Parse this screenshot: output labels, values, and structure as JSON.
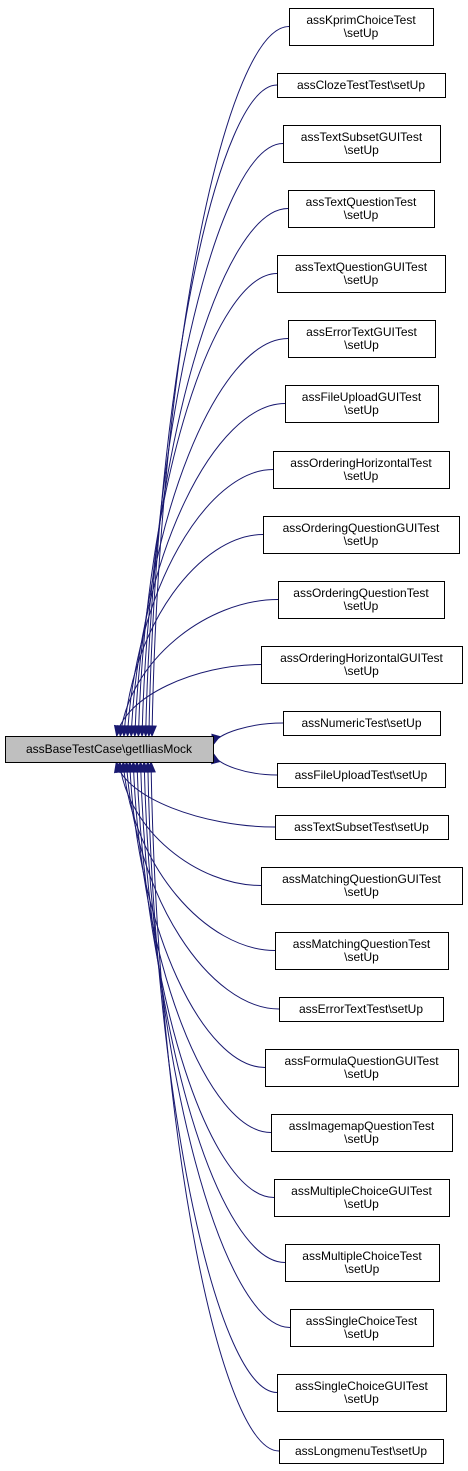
{
  "diagram": {
    "root": {
      "lines": [
        "assBaseTestCase\\getIliasMock"
      ]
    },
    "callers": [
      {
        "lines": [
          "assKprimChoiceTest",
          "\\setUp"
        ]
      },
      {
        "lines": [
          "assClozeTestTest\\setUp"
        ]
      },
      {
        "lines": [
          "assTextSubsetGUITest",
          "\\setUp"
        ]
      },
      {
        "lines": [
          "assTextQuestionTest",
          "\\setUp"
        ]
      },
      {
        "lines": [
          "assTextQuestionGUITest",
          "\\setUp"
        ]
      },
      {
        "lines": [
          "assErrorTextGUITest",
          "\\setUp"
        ]
      },
      {
        "lines": [
          "assFileUploadGUITest",
          "\\setUp"
        ]
      },
      {
        "lines": [
          "assOrderingHorizontalTest",
          "\\setUp"
        ]
      },
      {
        "lines": [
          "assOrderingQuestionGUITest",
          "\\setUp"
        ]
      },
      {
        "lines": [
          "assOrderingQuestionTest",
          "\\setUp"
        ]
      },
      {
        "lines": [
          "assOrderingHorizontalGUITest",
          "\\setUp"
        ]
      },
      {
        "lines": [
          "assNumericTest\\setUp"
        ]
      },
      {
        "lines": [
          "assFileUploadTest\\setUp"
        ]
      },
      {
        "lines": [
          "assTextSubsetTest\\setUp"
        ]
      },
      {
        "lines": [
          "assMatchingQuestionGUITest",
          "\\setUp"
        ]
      },
      {
        "lines": [
          "assMatchingQuestionTest",
          "\\setUp"
        ]
      },
      {
        "lines": [
          "assErrorTextTest\\setUp"
        ]
      },
      {
        "lines": [
          "assFormulaQuestionGUITest",
          "\\setUp"
        ]
      },
      {
        "lines": [
          "assImagemapQuestionTest",
          "\\setUp"
        ]
      },
      {
        "lines": [
          "assMultipleChoiceGUITest",
          "\\setUp"
        ]
      },
      {
        "lines": [
          "assMultipleChoiceTest",
          "\\setUp"
        ]
      },
      {
        "lines": [
          "assSingleChoiceTest",
          "\\setUp"
        ]
      },
      {
        "lines": [
          "assSingleChoiceGUITest",
          "\\setUp"
        ]
      },
      {
        "lines": [
          "assLongmenuTest\\setUp"
        ]
      }
    ]
  }
}
